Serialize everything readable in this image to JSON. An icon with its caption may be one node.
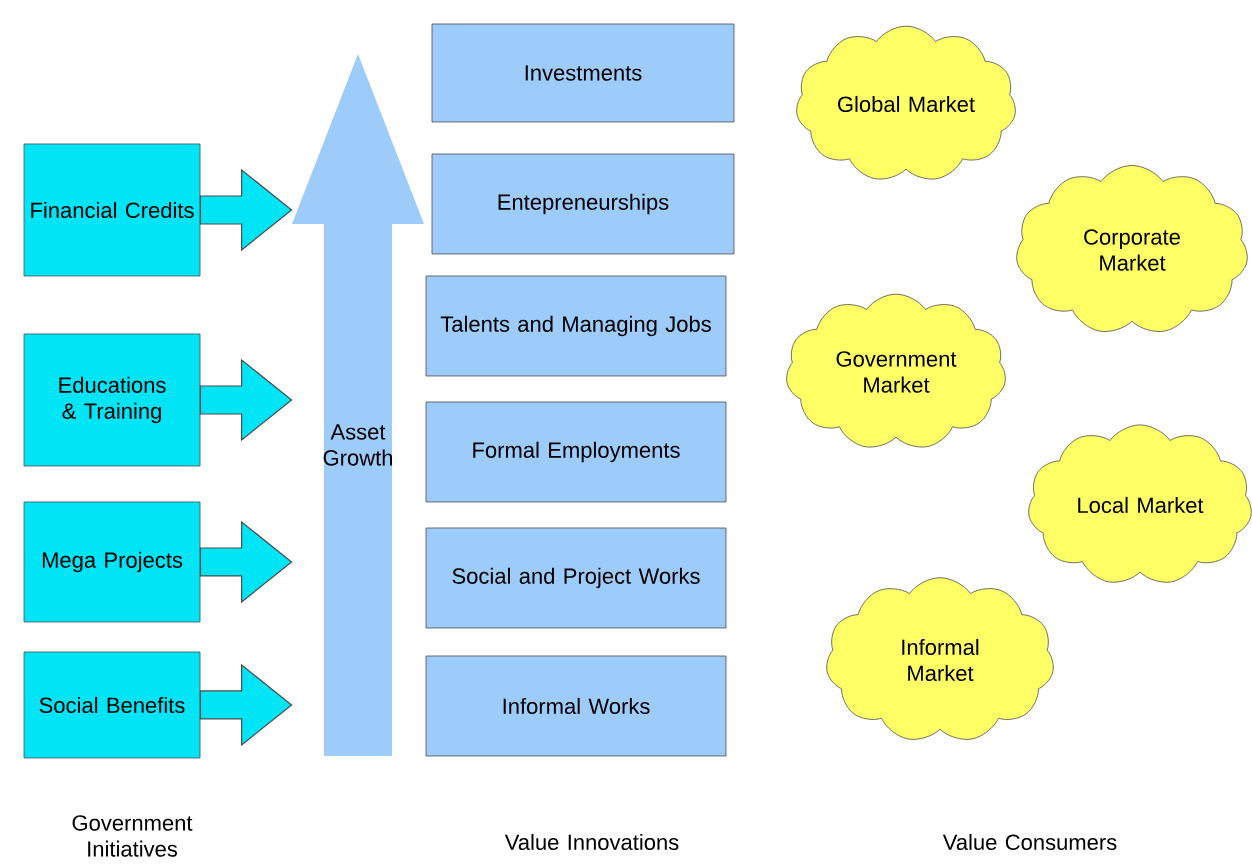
{
  "diagram": {
    "nodes": [
      {
        "text": [
          "Financial Credits"
        ]
      },
      {
        "text": [
          "Educations & Training"
        ]
      },
      {
        "text": [
          "Mega Projects"
        ]
      },
      {
        "text": [
          "Social Benefits"
        ]
      },
      {
        "text": [
          "Asset Growth"
        ]
      },
      {
        "text": [
          "Investments"
        ]
      },
      {
        "text": [
          "Entepreneurships"
        ]
      },
      {
        "text": [
          "Talents and Managing Jobs"
        ]
      },
      {
        "text": [
          "Formal Employments"
        ]
      },
      {
        "text": [
          "Social and Project Works"
        ]
      },
      {
        "text": [
          "Informal Works"
        ]
      },
      {
        "text": [
          "Global Market"
        ]
      },
      {
        "text": [
          "Corporate Market"
        ]
      },
      {
        "text": [
          "Government Market"
        ]
      },
      {
        "text": [
          "Local Market"
        ]
      },
      {
        "text": [
          "Informal Market"
        ]
      }
    ],
    "edges": [
      {
        "from": 0,
        "to": 4,
        "arrow": "to"
      },
      {
        "from": 1,
        "to": 4,
        "arrow": "to"
      },
      {
        "from": 2,
        "to": 4,
        "arrow": "to"
      },
      {
        "from": 3,
        "to": 4,
        "arrow": "to"
      }
    ],
    "labels": [
      "Government Initiatives",
      "Value Innovations",
      "Value Consumers"
    ]
  }
}
